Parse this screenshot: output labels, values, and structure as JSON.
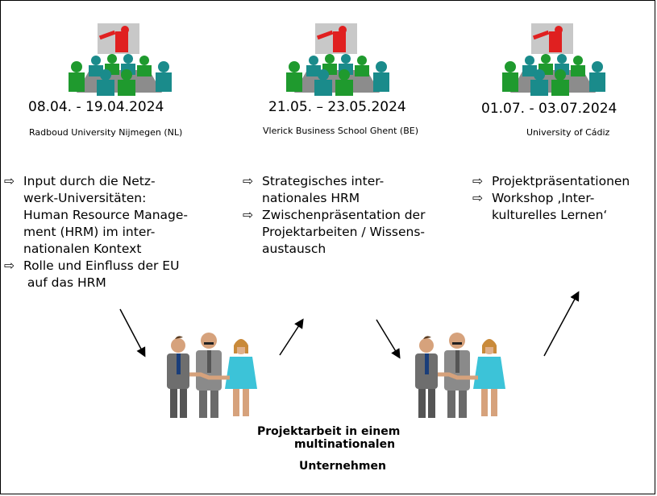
{
  "sessions": [
    {
      "date": "08.04. - 19.04.2024",
      "venue": "Radboud University Nijmegen (NL)",
      "bullets": [
        [
          "Input durch die Netz-",
          "werk-Universitäten:",
          "Human Resource Manage-",
          "ment (HRM) im inter-",
          "nationalen Kontext"
        ],
        [
          "Rolle und Einfluss der EU",
          " auf das HRM"
        ]
      ]
    },
    {
      "date": "21.05. – 23.05.2024",
      "venue": "Vlerick Business School Ghent (BE)",
      "bullets": [
        [
          "Strategisches inter-",
          "nationales HRM"
        ],
        [
          "Zwischenpräsentation der",
          "Projektarbeiten / Wissens-",
          "austausch"
        ]
      ]
    },
    {
      "date": "01.07. - 03.07.2024",
      "venue": "University of Cádiz",
      "bullets": [
        [
          "Projektpräsentationen"
        ],
        [
          "Workshop ‚Inter-",
          "kulturelles Lernen‘"
        ]
      ]
    }
  ],
  "bullet_glyph": "⇨",
  "caption": {
    "line1": "Projektarbeit in einem",
    "line2": "multinationalen",
    "line3": "Unternehmen"
  },
  "colors": {
    "seat_green": "#1f9a2e",
    "seat_teal": "#1a8b8b",
    "presenter_red": "#e02020",
    "board_gray": "#c8c8c8",
    "table_gray": "#8c8c8c"
  }
}
